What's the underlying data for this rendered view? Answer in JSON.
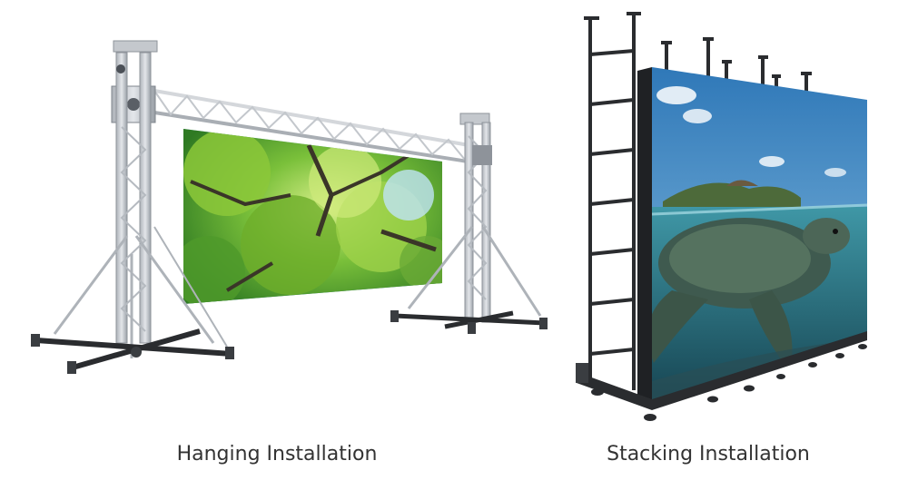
{
  "captions": {
    "hanging": "Hanging Installation",
    "stacking": "Stacking Installation"
  },
  "colors": {
    "background": "#ffffff",
    "caption_text": "#333333",
    "truss_silver": "#c9ccd1",
    "truss_dark": "#8e939a",
    "frame_black": "#2a2c2f",
    "foliage_green": "#5fb52e",
    "sky_blue": "#3f82c2",
    "sea_teal": "#2a6f80"
  },
  "icons": {
    "hanging_panel": "truss-hung-led-screen",
    "stacking_panel": "ground-stacked-led-screen"
  }
}
